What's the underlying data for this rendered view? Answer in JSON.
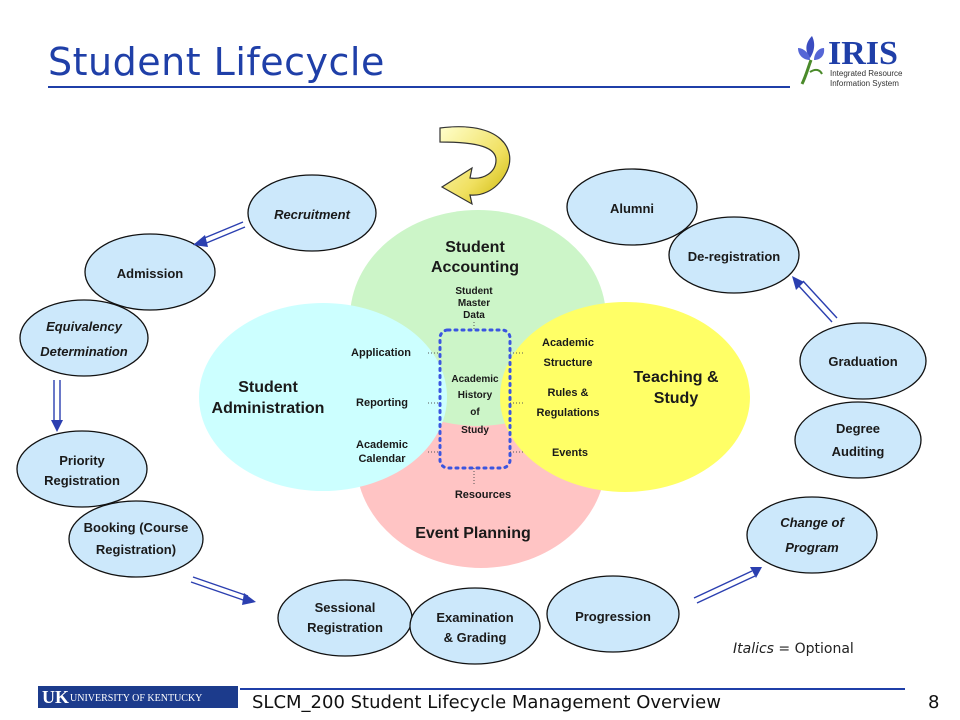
{
  "title": "Student Lifecycle",
  "logo": {
    "brand": "IRIS",
    "tagline_1": "Integrated Resource",
    "tagline_2": "Information System"
  },
  "center": {
    "accounting": {
      "label_1": "Student",
      "label_2": "Accounting",
      "sub_1": "Student",
      "sub_2": "Master",
      "sub_3": "Data"
    },
    "administration": {
      "label_1": "Student",
      "label_2": "Administration",
      "items": [
        "Application",
        "Reporting"
      ],
      "calendar_1": "Academic",
      "calendar_2": "Calendar"
    },
    "teaching": {
      "label_1": "Teaching &",
      "label_2": "Study",
      "structure_1": "Academic",
      "structure_2": "Structure",
      "rules_1": "Rules &",
      "rules_2": "Regulations",
      "events": "Events"
    },
    "event_planning": {
      "label": "Event Planning",
      "resources": "Resources"
    },
    "history": [
      "Academic",
      "History",
      "of",
      "Study"
    ]
  },
  "stages": {
    "recruitment": "Recruitment",
    "admission": "Admission",
    "equivalency_1": "Equivalency",
    "equivalency_2": "Determination",
    "priority_1": "Priority",
    "priority_2": "Registration",
    "booking_1": "Booking (Course",
    "booking_2": "Registration)",
    "sessional_1": "Sessional",
    "sessional_2": "Registration",
    "examination_1": "Examination",
    "examination_2": "& Grading",
    "progression": "Progression",
    "change_1": "Change of",
    "change_2": "Program",
    "degree_1": "Degree",
    "degree_2": "Auditing",
    "graduation": "Graduation",
    "deregistration": "De-registration",
    "alumni": "Alumni"
  },
  "legend": {
    "italic": "Italics",
    "rest": " = Optional"
  },
  "footer": {
    "text": "SLCM_200 Student Lifecycle Management Overview",
    "page": "8",
    "uk_logo": "UNIVERSITY OF KENTUCKY"
  },
  "colors": {
    "title_blue": "#1f3fa8",
    "stage_fill": "#cce8fb",
    "accounting": "#ccf5c8",
    "administration": "#ccffff",
    "teaching": "#ffff66",
    "event_planning": "#ffc4c4",
    "history_border": "#3a55e0"
  }
}
